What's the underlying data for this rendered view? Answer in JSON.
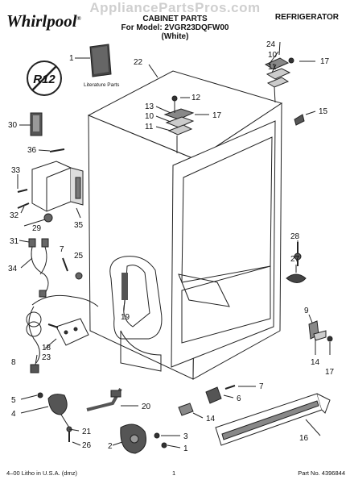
{
  "watermark": "AppliancePartsPros.com",
  "header": {
    "brand": "Whirlpool",
    "brand_mark": "®",
    "title": "CABINET PARTS",
    "model_line": "For Model: 2VGR23DQFW00",
    "color_line": "(White)",
    "category": "REFRIGERATOR"
  },
  "badge": {
    "text": "R12"
  },
  "literature": {
    "label": "Literature Parts"
  },
  "callouts": {
    "c1": "1",
    "c2": "2",
    "c3": "3",
    "c4": "4",
    "c5": "5",
    "c6": "6",
    "c7a": "7",
    "c7b": "7",
    "c8": "8",
    "c9": "9",
    "c10a": "10",
    "c10b": "10",
    "c11a": "11",
    "c11b": "11",
    "c12": "12",
    "c13": "13",
    "c14a": "14",
    "c14b": "14",
    "c15": "15",
    "c16": "16",
    "c17a": "17",
    "c17b": "17",
    "c17c": "17",
    "c18": "18",
    "c19": "19",
    "c20": "20",
    "c21": "21",
    "c22": "22",
    "c23": "23",
    "c24": "24",
    "c25": "25",
    "c26": "26",
    "c27": "27",
    "c28": "28",
    "c29": "29",
    "c30": "30",
    "c31": "31",
    "c32": "32",
    "c33": "33",
    "c34": "34",
    "c35": "35",
    "c36": "36"
  },
  "footer": {
    "left": "4–00 Litho in U.S.A. (dmz)",
    "page": "1",
    "part_no": "Part No. 4396844"
  }
}
